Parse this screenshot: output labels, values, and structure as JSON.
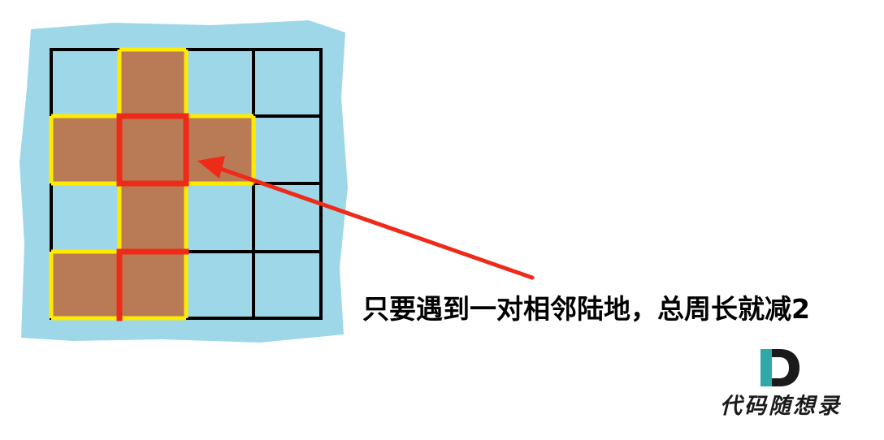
{
  "grid": {
    "rows": 4,
    "cols": 4,
    "cells": [
      [
        "water",
        "land",
        "water",
        "water"
      ],
      [
        "land",
        "land",
        "land",
        "water"
      ],
      [
        "water",
        "land",
        "water",
        "water"
      ],
      [
        "land",
        "land",
        "water",
        "water"
      ]
    ]
  },
  "colors": {
    "water": "#9ed8e8",
    "land": "#b87b56",
    "grid_line": "#000000",
    "perimeter_edge": "#ffea00",
    "shared_edge": "#ee2b19",
    "arrow": "#ee2b19",
    "logo_teal": "#2fa8a8",
    "logo_dark": "#1a1a1a"
  },
  "annotation": {
    "text": "只要遇到一对相邻陆地，总周长就减2"
  },
  "logo": {
    "name": "代码随想录",
    "mark": "D"
  }
}
